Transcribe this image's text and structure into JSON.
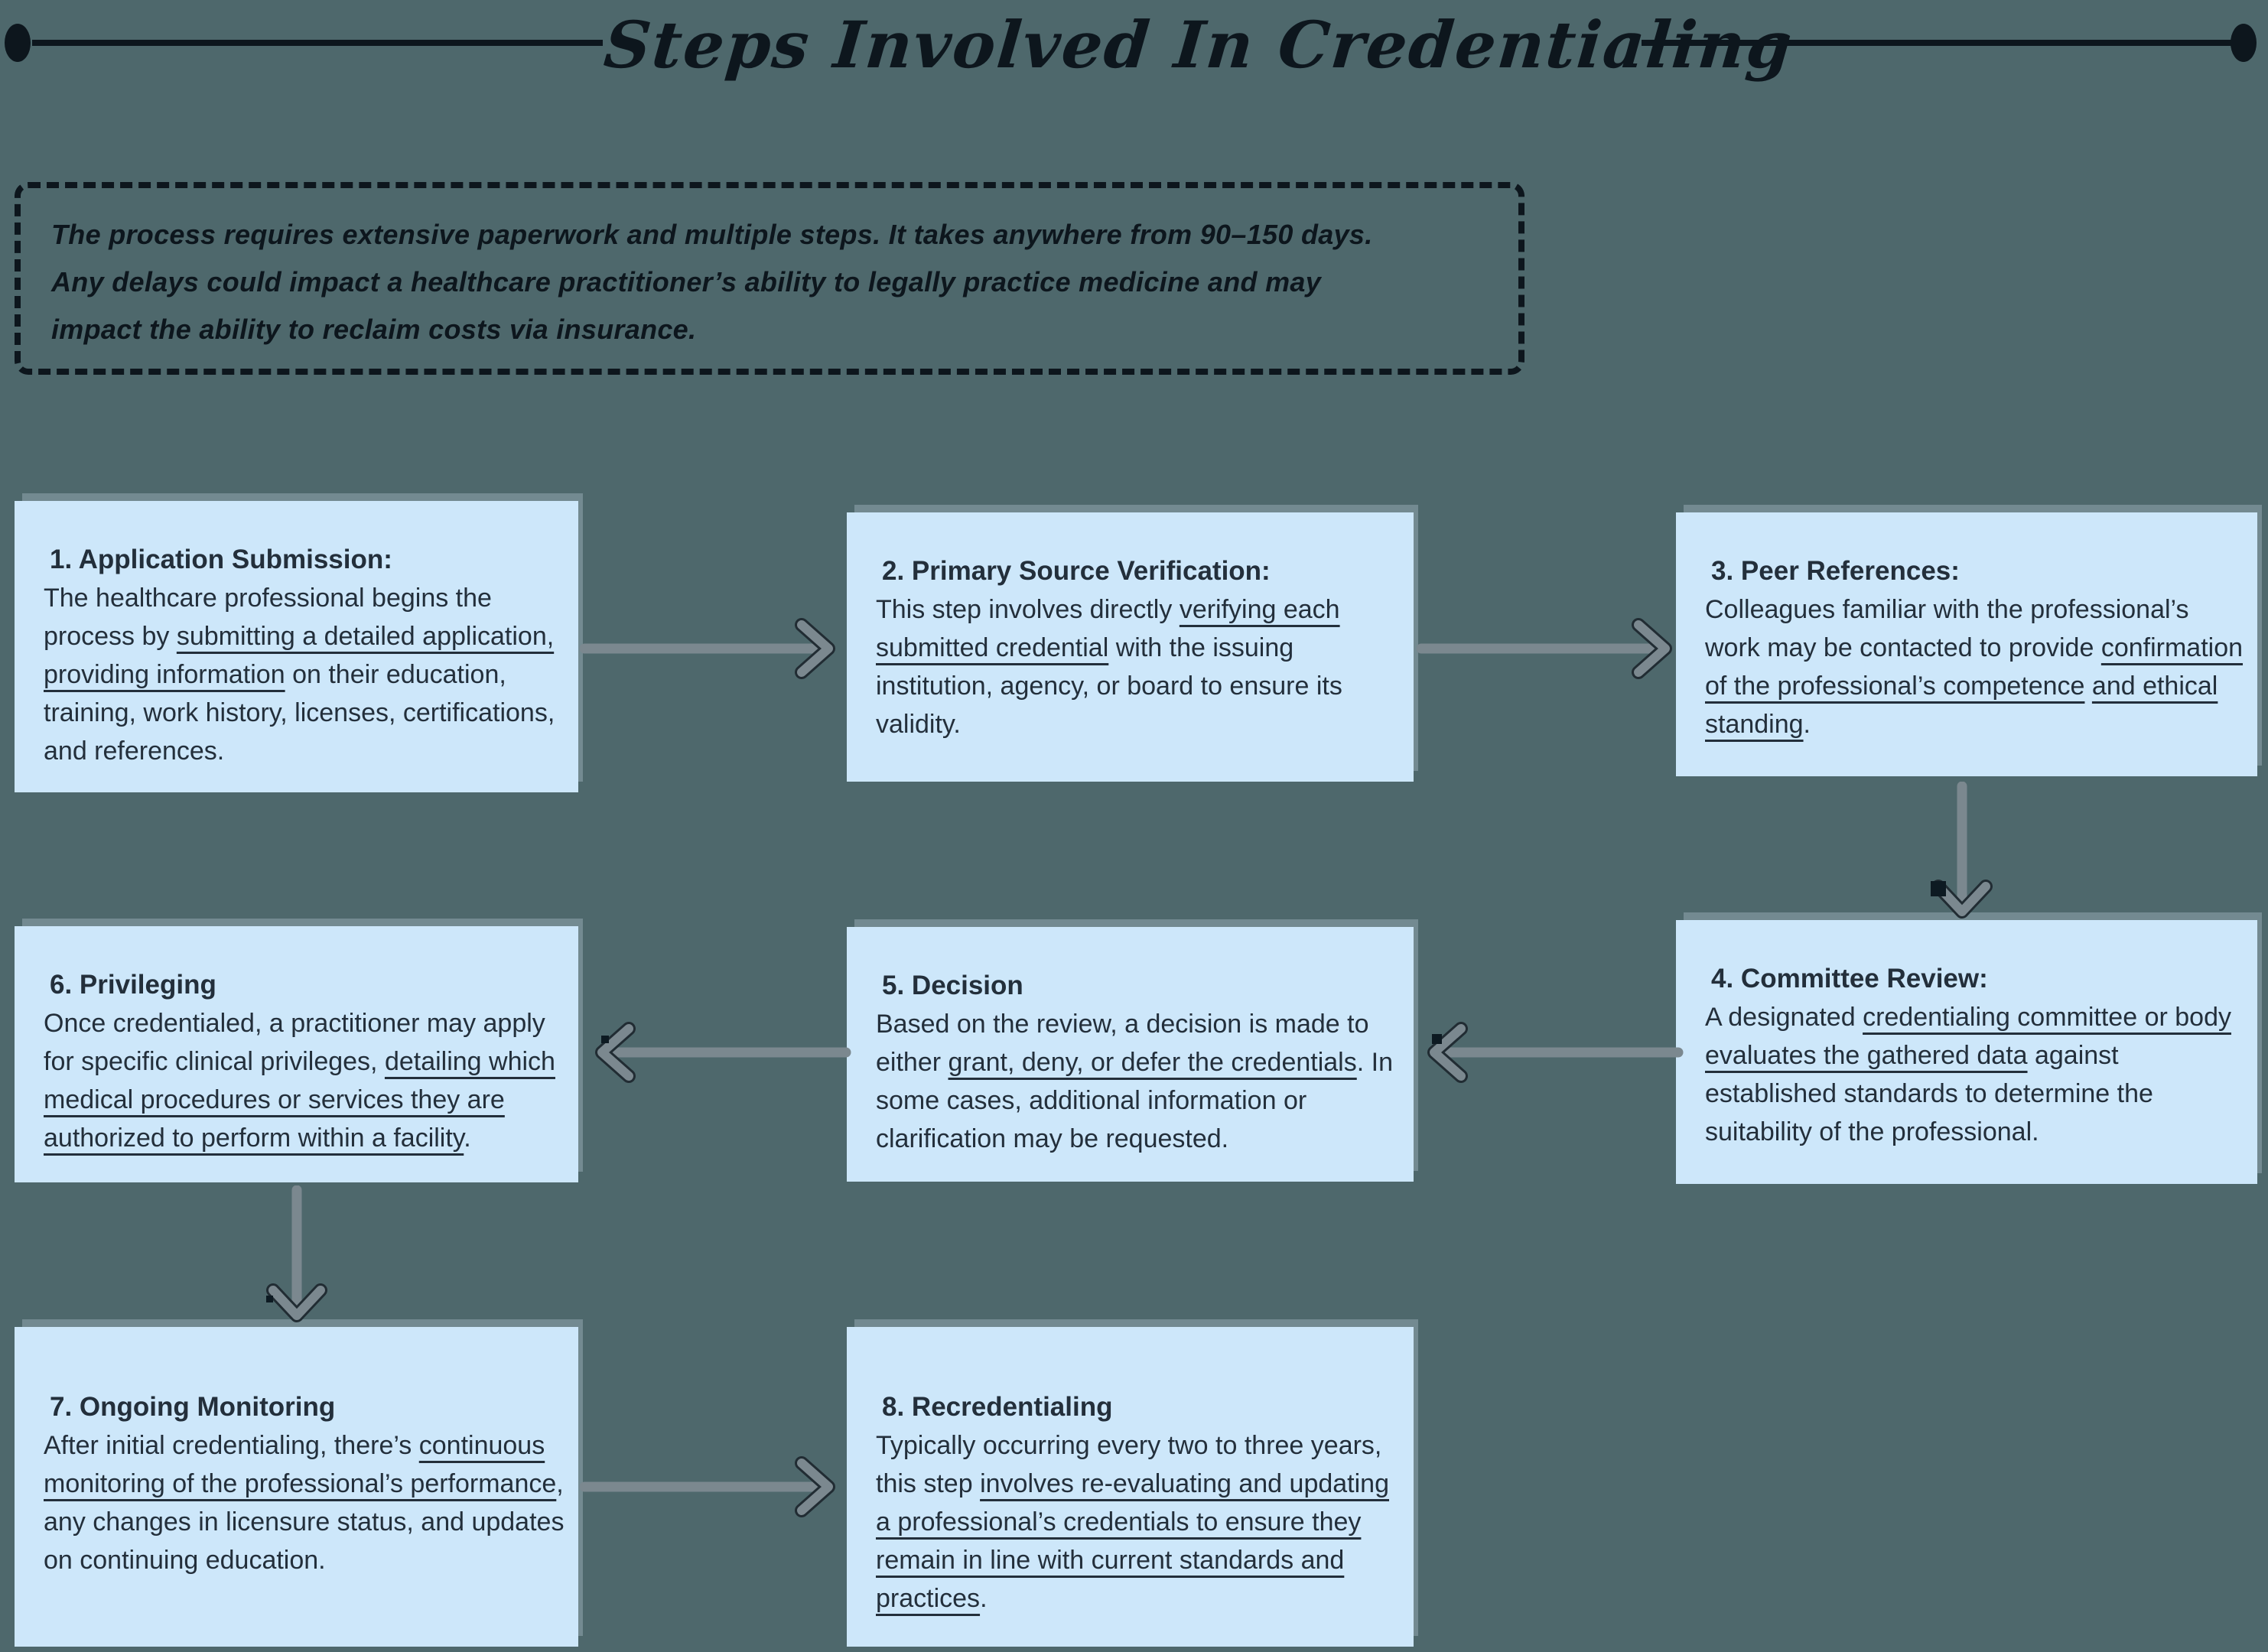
{
  "colors": {
    "bg": "#4e686c",
    "box": "#cde7fa",
    "text": "#232f3b",
    "ink": "#0d161d",
    "arrow": "#7b888f"
  },
  "title": {
    "text": "Steps Involved In Credentialing"
  },
  "intro": {
    "lines": [
      "The process requires extensive paperwork and multiple steps. It takes anywhere from 90–150 days.",
      "Any delays could impact a healthcare practitioner’s ability to legally practice medicine and may",
      "impact the ability to reclaim costs via insurance."
    ]
  },
  "steps": [
    {
      "heading": "1. Application Submission:",
      "body": [
        {
          "t": "The healthcare professional begins the process by "
        },
        {
          "t": "submitting a detailed application, providing information",
          "u": true
        },
        {
          "t": " on their education, training, work history, licenses, certifications, and references."
        }
      ]
    },
    {
      "heading": "2. Primary Source Verification:",
      "body": [
        {
          "t": "This step involves directly "
        },
        {
          "t": "verifying each submitted credential",
          "u": true
        },
        {
          "t": " with the issuing institution, agency, or board to ensure its validity."
        }
      ]
    },
    {
      "heading": "3. Peer References:",
      "body": [
        {
          "t": "Colleagues familiar with the professional’s work may be contacted to provide "
        },
        {
          "t": "confirmation of the professional’s competence",
          "u": true
        },
        {
          "t": " "
        },
        {
          "t": "and ethical standing",
          "u": true
        },
        {
          "t": "."
        }
      ]
    },
    {
      "heading": "4. Committee Review:",
      "body": [
        {
          "t": "A designated "
        },
        {
          "t": "credentialing committee or body evaluates the gathered data",
          "u": true
        },
        {
          "t": " against established standards to determine the suitability of the professional."
        }
      ]
    },
    {
      "heading": "5. Decision",
      "body": [
        {
          "t": "Based on the review, a decision is made to either "
        },
        {
          "t": "grant, deny, or defer the credentials",
          "u": true
        },
        {
          "t": ". In some cases, additional information or clarification may be requested."
        }
      ]
    },
    {
      "heading": "6. Privileging",
      "body": [
        {
          "t": "Once credentialed, a practitioner may apply for specific clinical privileges, "
        },
        {
          "t": "detailing which medical procedures or services they are authorized to perform within a facility",
          "u": true
        },
        {
          "t": "."
        }
      ]
    },
    {
      "heading": "7. Ongoing Monitoring",
      "body": [
        {
          "t": "After initial credentialing, there’s "
        },
        {
          "t": "continuous monitoring of the professional’s performance",
          "u": true
        },
        {
          "t": ", any changes in licensure status, and updates on continuing education."
        }
      ]
    },
    {
      "heading": "8. Recredentialing",
      "body": [
        {
          "t": "Typically occurring every two to three years, this step "
        },
        {
          "t": "involves re-evaluating and updating a professional’s credentials to ensure they remain in line with current standards and practices",
          "u": true
        },
        {
          "t": "."
        }
      ]
    }
  ]
}
